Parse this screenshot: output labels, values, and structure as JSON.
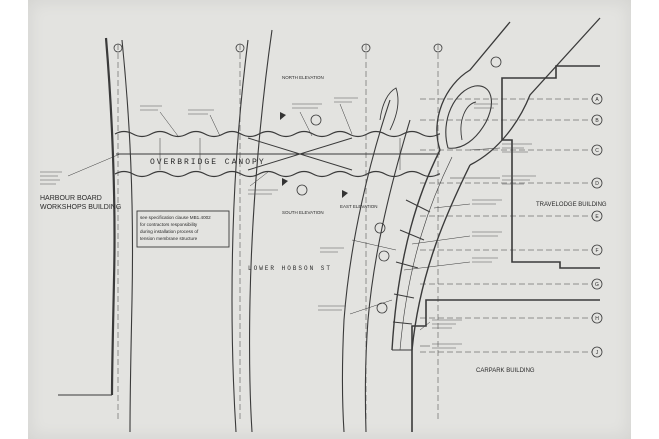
{
  "labels": {
    "harbour_board_line1": "HARBOUR BOARD",
    "harbour_board_line2": "WORKSHOPS BUILDING",
    "canopy": "OVERBRIDGE CANOPY",
    "street": "LOWER HOBSON ST",
    "travelodge": "TRAVELODGE BUILDING",
    "carpark": "CARPARK BUILDING",
    "north_elevation": "NORTH ELEVATION",
    "south_elevation": "SOUTH ELEVATION",
    "east_elevation": "EAST ELEVATION"
  },
  "spec_note": {
    "line1": "see specification clause MB1.4002",
    "line2": "for contractors responsibility",
    "line3": "during installation process of",
    "line4": "tension membrane structure"
  },
  "grid_markers": [
    "A",
    "B",
    "C",
    "D",
    "E",
    "F",
    "G",
    "H",
    "J"
  ],
  "colors": {
    "paper": "#e3e3e0",
    "ink": "#3a3a3a",
    "background": "#ffffff"
  }
}
